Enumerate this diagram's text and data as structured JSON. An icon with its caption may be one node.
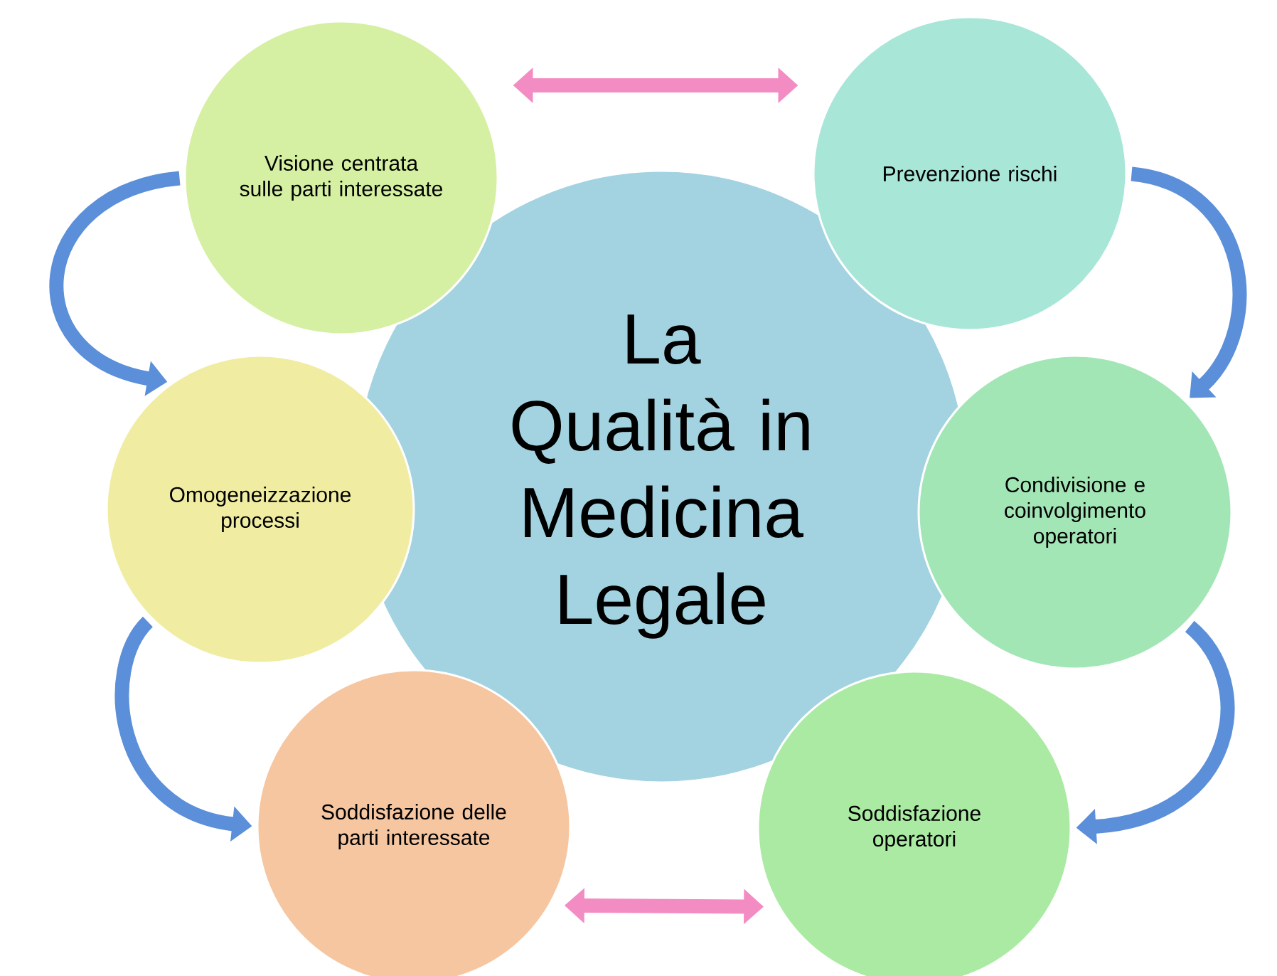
{
  "diagram": {
    "nodes": [
      {
        "text": [
          "La Qualità in Medicina Legale"
        ]
      },
      {
        "text": [
          "Visione centrata sulle parti interessate"
        ]
      },
      {
        "text": [
          "Prevenzione rischi"
        ]
      },
      {
        "text": [
          "Omogeneizzazione processi"
        ]
      },
      {
        "text": [
          "Condivisione e coinvolgimento operatori"
        ]
      },
      {
        "text": [
          "Soddisfazione delle parti interessate"
        ]
      },
      {
        "text": [
          "Soddisfazione operatori"
        ]
      }
    ],
    "edges": [
      {
        "from": 1,
        "to": 3,
        "arrow": "to"
      },
      {
        "from": 2,
        "to": 4,
        "arrow": "to"
      },
      {
        "from": 3,
        "to": 5,
        "arrow": "to"
      },
      {
        "from": 4,
        "to": 6,
        "arrow": "to"
      },
      {
        "from": 1,
        "to": 2,
        "arrow": "both",
        "color": "#f48cc4"
      },
      {
        "from": 5,
        "to": 6,
        "arrow": "both",
        "color": "#f48cc4"
      }
    ]
  }
}
